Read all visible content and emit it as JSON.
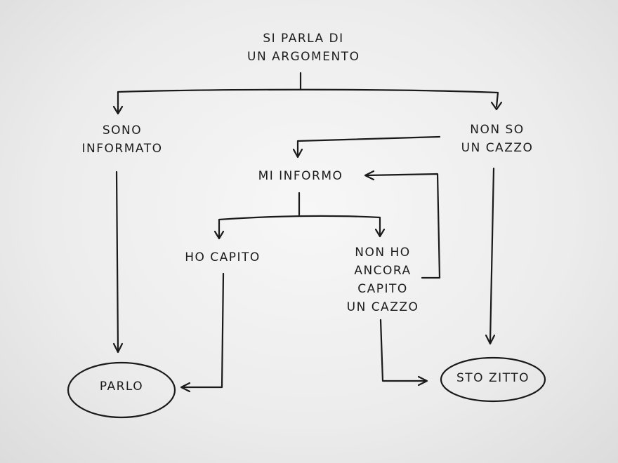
{
  "nodes": {
    "root": [
      "SI PARLA DI",
      "UN ARGOMENTO"
    ],
    "informed": [
      "SONO",
      "INFORMATO"
    ],
    "not_know": [
      "NON SO",
      "UN CAZZO"
    ],
    "inform_self": [
      "MI INFORMO"
    ],
    "understood": [
      "HO CAPITO"
    ],
    "not_understood": [
      "NON HO",
      "ANCORA",
      "CAPITO",
      "UN CAZZO"
    ],
    "speak": [
      "PARLO"
    ],
    "silent": [
      "STO ZITTO"
    ]
  }
}
